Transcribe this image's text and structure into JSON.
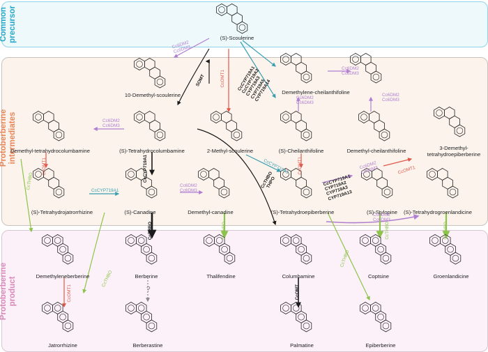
{
  "sections": {
    "common": "Common\nprecursor",
    "intermediates": "Protoberberine\nintermediates",
    "product": "Protoberberine\nproduct"
  },
  "colors": {
    "cyan": "#2aa7c9",
    "orange": "#e8875a",
    "pink": "#d98ab9",
    "purple": "#b07fd1",
    "teal": "#3a9fb1",
    "red": "#e0584a",
    "green": "#8cc34a",
    "black": "#1a1a1a",
    "gray": "#888888"
  },
  "compounds": {
    "scoulerine": "(S)-Scoulerine",
    "demethylscoulerine": "10-Demethyl-scoulerine",
    "demethylene_cheilanthifoline": "Demethylene-cheilanthifoline",
    "demethyl_thc": "Demethyl-tetrahydrocolumbamine",
    "thc": "(S)-Tetrahydrocolumbamine",
    "methylscoulerine": "2-Methyl-scoulerine",
    "cheilanthifoline": "(S)-Cheilanthifoline",
    "demethyl_cheilanthifoline": "Demethyl-cheilanthifoline",
    "demethyl_thp": "3-Demethyl-\ntetrahydroepiberberine",
    "thj": "(S)-Tetrahydrojatrorrhizine",
    "canadine": "(S)-Canadine",
    "demethyl_canadine": "Demethyl-canadine",
    "thepi": "(S)-Tetrahydroepiberberine",
    "stylopine": "(S)-Stylopine",
    "thgroen": "(S)-Tetrahydrogroenlandicine",
    "demethyleneberberine": "Demethyleneberberine",
    "berberine": "Berberine",
    "thalifendine": "Thalifendine",
    "columbamine": "Columbamine",
    "coptsine": "Coptsine",
    "groenlandicine": "Groenlandicine",
    "jatrorrhizine": "Jatrorrhizine",
    "berberastine": "Berberastine",
    "palmatine": "Palmatine",
    "epiberberine": "Epiberberine"
  },
  "enzymes": {
    "cc6dm_top": "Cc6DM2\nCc6DM3",
    "somt": "SOMT",
    "ccomt1_a": "CcOMT1",
    "cyp_list_a": "CcCYP719A1\nCcCYP719A2\nCYP719A3\nCYP719A5\nCYP719A14",
    "cc6dm_a": "Cc6DM2\nCc6DM3",
    "cc6dm_b": "Cc6DM2\nCc6DM3",
    "cc6dm_c": "Cc6DM2\nCc6DM3",
    "ccomt1_b": "CcOMT1",
    "cccyp_can": "CcCYP719A1",
    "cccyp_thj": "CcCYP719A1",
    "cc6dm_d": "Cc6DM2\nCc6DM3",
    "cccyp_b": "CcCYP719A1",
    "ccomt1_c": "CcOMT1",
    "cyp_list_b": "CcCYP719A1\nCYP719A2\nCYP719A3\nCYP719A13",
    "cc6dm_e": "Cc6DM2\nCc6DM3",
    "ccomt1_d": "CcOMT1",
    "thbo_thpo": "CcTHBO\nTHPO",
    "cc6dm_f": "Cc6DM2\nCc6DM3",
    "ccthbo_a": "CcTHBO",
    "ccthbo_b": "CcTHBO",
    "ccthbo_c": "CcTHBO",
    "ccthbo_d": "CcTHBO",
    "ccthbo_e": "CcTHBO",
    "ccthbo_f": "CcTHBO",
    "ccthbo_g": "CcTHBO",
    "ccomt1_e": "CcOMT1",
    "ccomt_e": "CcOMT",
    "cc6dm_g": "Cc6DM2\nCc6DM3",
    "question": "?"
  }
}
